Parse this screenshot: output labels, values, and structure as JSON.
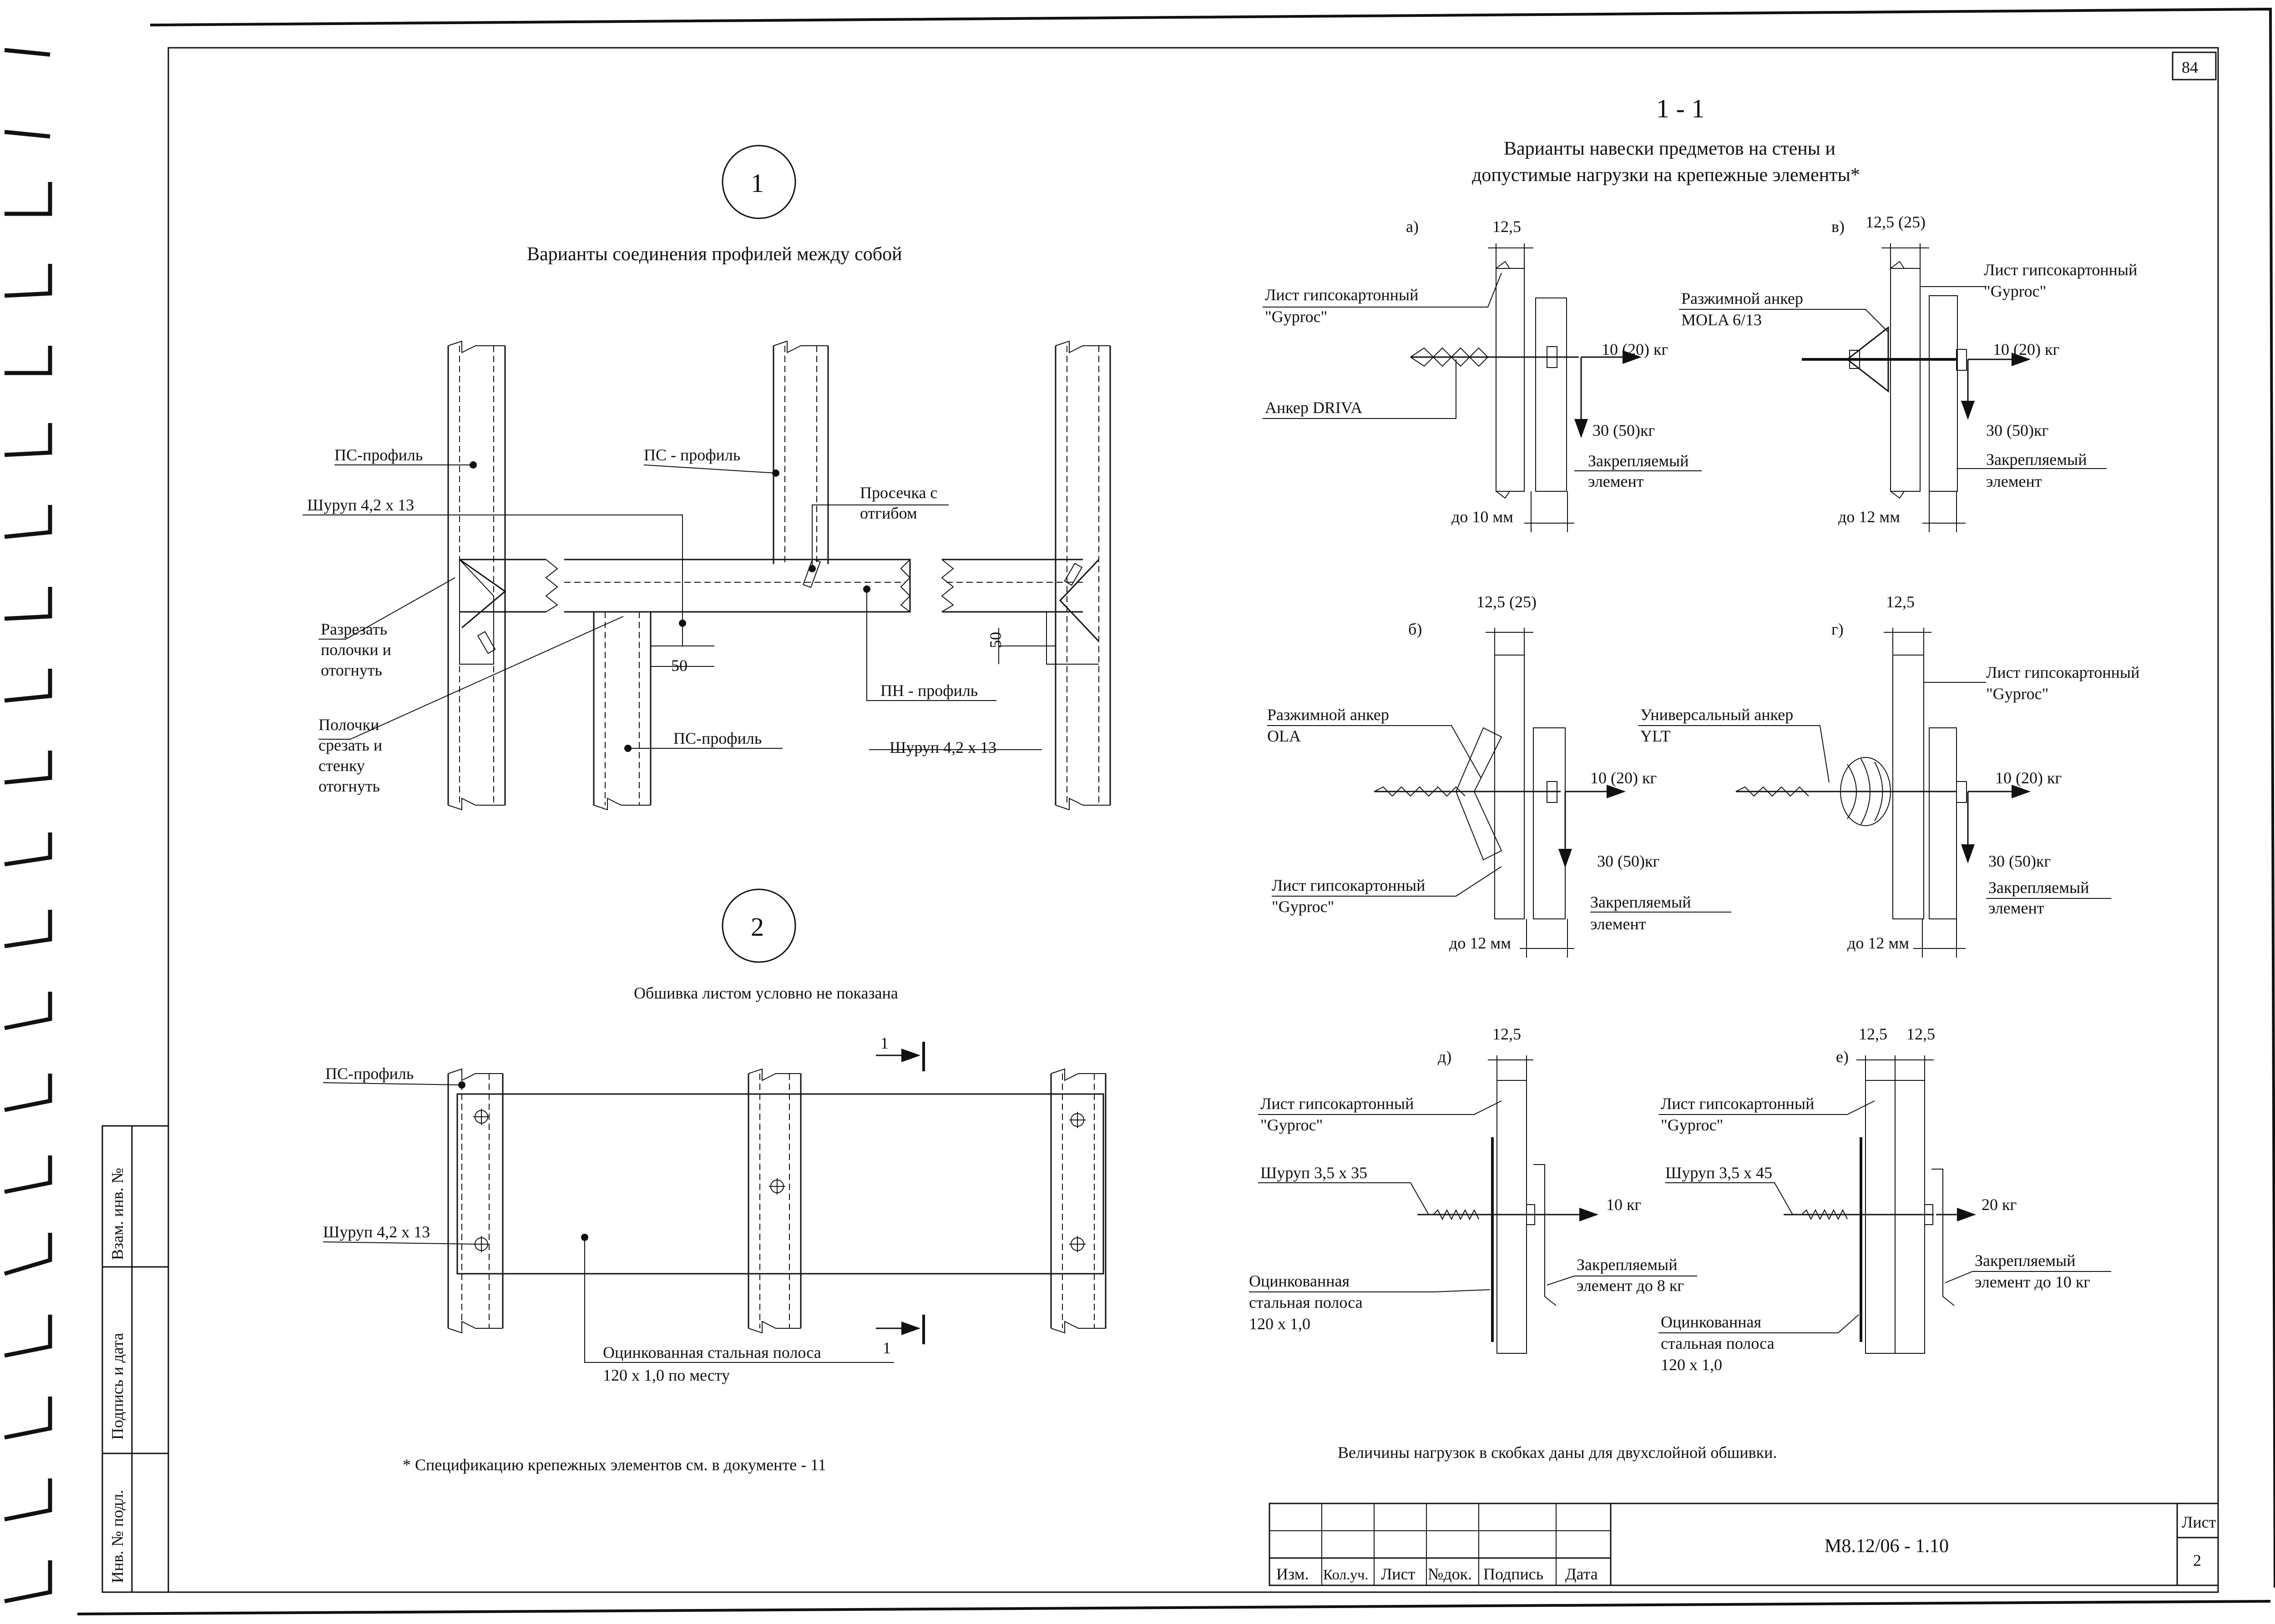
{
  "sheet": {
    "page_number": "84",
    "note_spec": "* Спецификацию крепежных элементов см. в документе - 11",
    "note_loads": "Величины нагрузок в скобках даны для двухслойной обшивки."
  },
  "side_stamp": {
    "vzam": "Взам. инв. №",
    "podpis": "Подпись и дата",
    "inv": "Инв. № подл."
  },
  "detail1": {
    "number": "1",
    "title": "Варианты соединения профилей между собой",
    "labels": {
      "ps_profile_left": "ПС-профиль",
      "ps_profile_top": "ПС - профиль",
      "shurup_left": "Шуруп 4,2 х 13",
      "prosechka_1": "Просечка с",
      "prosechka_2": "отгибом",
      "razrezat_1": "Разрезать",
      "razrezat_2": "полочки и",
      "razrezat_3": "отогнуть",
      "polochki_1": "Полочки",
      "polochki_2": "срезать и",
      "polochki_3": "стенку",
      "polochki_4": "отогнуть",
      "dim_50_h": "50",
      "dim_50_v": "50",
      "pn_profile": "ПН - профиль",
      "ps_profile_bottom": "ПС-профиль",
      "shurup_right": "Шуруп 4,2 х 13"
    }
  },
  "detail2": {
    "number": "2",
    "title": "Обшивка листом условно не показана",
    "labels": {
      "ps_profile": "ПС-профиль",
      "shurup": "Шуруп 4,2 х 13",
      "strip_1": "Оцинкованная стальная полоса",
      "strip_2": "120 х 1,0 по месту",
      "section_top": "1",
      "section_bottom": "1"
    }
  },
  "section": {
    "title": "1 - 1",
    "subtitle_1": "Варианты навески предметов на стены и",
    "subtitle_2": "допустимые нагрузки на крепежные элементы*",
    "a": {
      "letter": "а)",
      "dim_top": "12,5",
      "sheet_1": "Лист гипсокартонный",
      "sheet_2": "\"Gyproc\"",
      "anchor": "Анкер DRIVA",
      "load_h": "10 (20) кг",
      "load_v": "30 (50)кг",
      "element_1": "Закрепляемый",
      "element_2": "элемент",
      "dim_bottom": "до 10 мм"
    },
    "v": {
      "letter": "в)",
      "dim_top": "12,5 (25)",
      "anchor_1": "Разжимной анкер",
      "anchor_2": "MOLA 6/13",
      "sheet_1": "Лист гипсокартонный",
      "sheet_2": "\"Gyproc\"",
      "load_h": "10 (20) кг",
      "load_v": "30 (50)кг",
      "element_1": "Закрепляемый",
      "element_2": "элемент",
      "dim_bottom": "до 12 мм"
    },
    "b": {
      "letter": "б)",
      "dim_top": "12,5 (25)",
      "anchor_1": "Разжимной анкер",
      "anchor_2": "OLA",
      "load_h": "10 (20) кг",
      "load_v": "30 (50)кг",
      "sheet_1": "Лист гипсокартонный",
      "sheet_2": "\"Gyproc\"",
      "element_1": "Закрепляемый",
      "element_2": "элемент",
      "dim_bottom": "до 12 мм"
    },
    "g": {
      "letter": "г)",
      "dim_top": "12,5",
      "sheet_1": "Лист гипсокартонный",
      "sheet_2": "\"Gyproc\"",
      "anchor_1": "Универсальный анкер",
      "anchor_2": "YLT",
      "load_h": "10 (20) кг",
      "load_v": "30 (50)кг",
      "element_1": "Закрепляемый",
      "element_2": "элемент",
      "dim_bottom": "до 12 мм"
    },
    "d": {
      "letter": "д)",
      "dim_top": "12,5",
      "sheet_1": "Лист гипсокартонный",
      "sheet_2": "\"Gyproc\"",
      "screw": "Шуруп 3,5 х 35",
      "load_h": "10  кг",
      "strip_1": "Оцинкованная",
      "strip_2": "стальная полоса",
      "strip_3": "120 х 1,0",
      "element_1": "Закрепляемый",
      "element_2": "элемент до 8 кг"
    },
    "e": {
      "letter": "е)",
      "dim_top_1": "12,5",
      "dim_top_2": "12,5",
      "sheet_1": "Лист гипсокартонный",
      "sheet_2": "\"Gyproc\"",
      "screw": "Шуруп 3,5 х 45",
      "load_h": "20 кг",
      "strip_1": "Оцинкованная",
      "strip_2": "стальная полоса",
      "strip_3": "120 х 1,0",
      "element_1": "Закрепляемый",
      "element_2": "элемент до 10 кг"
    }
  },
  "title_block": {
    "col_izm": "Изм.",
    "col_koluch": "Кол.уч.",
    "col_list": "Лист",
    "col_ndok": "№док.",
    "col_podpis": "Подпись",
    "col_data": "Дата",
    "designation": "М8.12/06 - 1.10",
    "sheet_label": "Лист",
    "sheet_number": "2"
  },
  "colors": {
    "ink": "#111111",
    "paper": "#ffffff"
  }
}
